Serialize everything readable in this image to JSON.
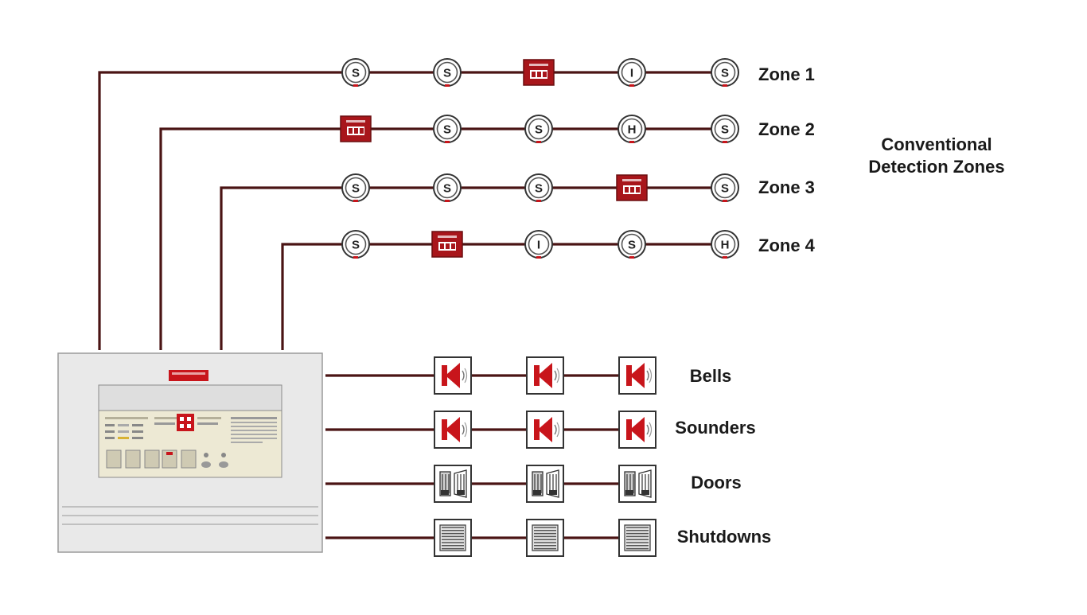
{
  "colors": {
    "wire": "#4a1414",
    "accent_red": "#c8151b",
    "panel_body": "#e9e9e9",
    "panel_border": "#9a9a9a",
    "device_frame": "#333333"
  },
  "title": [
    "Conventional",
    "Detection Zones"
  ],
  "zones": [
    {
      "label": "Zone 1",
      "devices": [
        "S",
        "S",
        "call-point",
        "I",
        "S"
      ]
    },
    {
      "label": "Zone 2",
      "devices": [
        "call-point",
        "S",
        "S",
        "H",
        "S"
      ]
    },
    {
      "label": "Zone 3",
      "devices": [
        "S",
        "S",
        "S",
        "call-point",
        "S"
      ]
    },
    {
      "label": "Zone 4",
      "devices": [
        "S",
        "call-point",
        "I",
        "S",
        "H"
      ]
    }
  ],
  "device_icons": {
    "S": "smoke-detector-icon",
    "H": "heat-detector-icon",
    "I": "ionisation-detector-icon",
    "call-point": "manual-call-point-icon",
    "bell": "bell-icon",
    "sounder": "sounder-icon",
    "door": "door-holder-icon",
    "shutdown": "shutdown-relay-icon"
  },
  "outputs": [
    {
      "label": "Bells",
      "device": "bell",
      "count": 3
    },
    {
      "label": "Sounders",
      "device": "sounder",
      "count": 3
    },
    {
      "label": "Doors",
      "device": "door",
      "count": 3
    },
    {
      "label": "Shutdowns",
      "device": "shutdown",
      "count": 3
    }
  ]
}
